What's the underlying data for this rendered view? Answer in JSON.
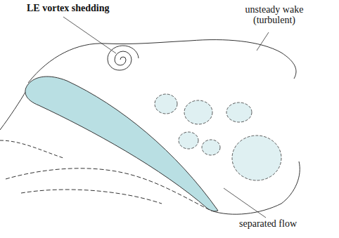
{
  "diagram": {
    "labels": [
      "LE vortex shedding",
      "unsteady wake (turbulent)",
      "separated flow"
    ]
  }
}
